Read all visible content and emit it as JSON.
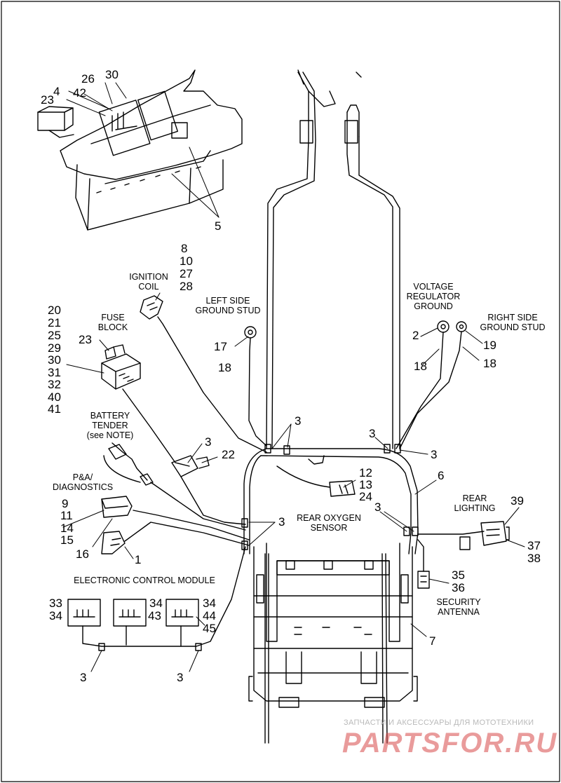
{
  "callouts": {
    "c26": "26",
    "c30a": "30",
    "c23a": "23",
    "c4": "4",
    "c42": "42",
    "c5": "5",
    "c8": "8",
    "c10": "10",
    "c27": "27",
    "c28": "28",
    "c20": "20",
    "c21": "21",
    "c25": "25",
    "c29": "29",
    "c30b": "30",
    "c31": "31",
    "c32": "32",
    "c40": "40",
    "c41": "41",
    "c23b": "23",
    "c17": "17",
    "c18a": "18",
    "c2": "2",
    "c18b": "18",
    "c19": "19",
    "c18c": "18",
    "c3a": "3",
    "c3b": "3",
    "c22": "22",
    "c3c": "3",
    "c3d": "3",
    "c12": "12",
    "c13": "13",
    "c24": "24",
    "c6": "6",
    "c3e": "3",
    "c9": "9",
    "c11": "11",
    "c14": "14",
    "c15": "15",
    "c16": "16",
    "c1": "1",
    "c3f": "3",
    "c39": "39",
    "c37": "37",
    "c38": "38",
    "c35": "35",
    "c36": "36",
    "c7": "7",
    "c33": "33",
    "c34a": "34",
    "c34b": "34",
    "c43": "43",
    "c34c": "34",
    "c44": "44",
    "c45": "45",
    "c3g": "3",
    "c3h": "3"
  },
  "labels": {
    "ignition_coil": "IGNITION\nCOIL",
    "left_side_ground_stud": "LEFT SIDE\nGROUND STUD",
    "voltage_regulator_ground": "VOLTAGE\nREGULATOR\nGROUND",
    "right_side_ground_stud": "RIGHT SIDE\nGROUND STUD",
    "fuse_block": "FUSE\nBLOCK",
    "battery_tender": "BATTERY\nTENDER\n(see NOTE)",
    "pa_diagnostics": "P&A/\nDIAGNOSTICS",
    "rear_oxygen_sensor": "REAR OXYGEN\nSENSOR",
    "rear_lighting": "REAR\nLIGHTING",
    "security_antenna": "SECURITY\nANTENNA",
    "electronic_control_module": "ELECTRONIC CONTROL MODULE"
  },
  "watermark": {
    "tagline": "ЗАПЧАСТИ И АКСЕССУАРЫ ДЛЯ МОТОТЕХНИКИ",
    "brand": "PARTSFOR.RU",
    "color": "#d84a4a"
  }
}
